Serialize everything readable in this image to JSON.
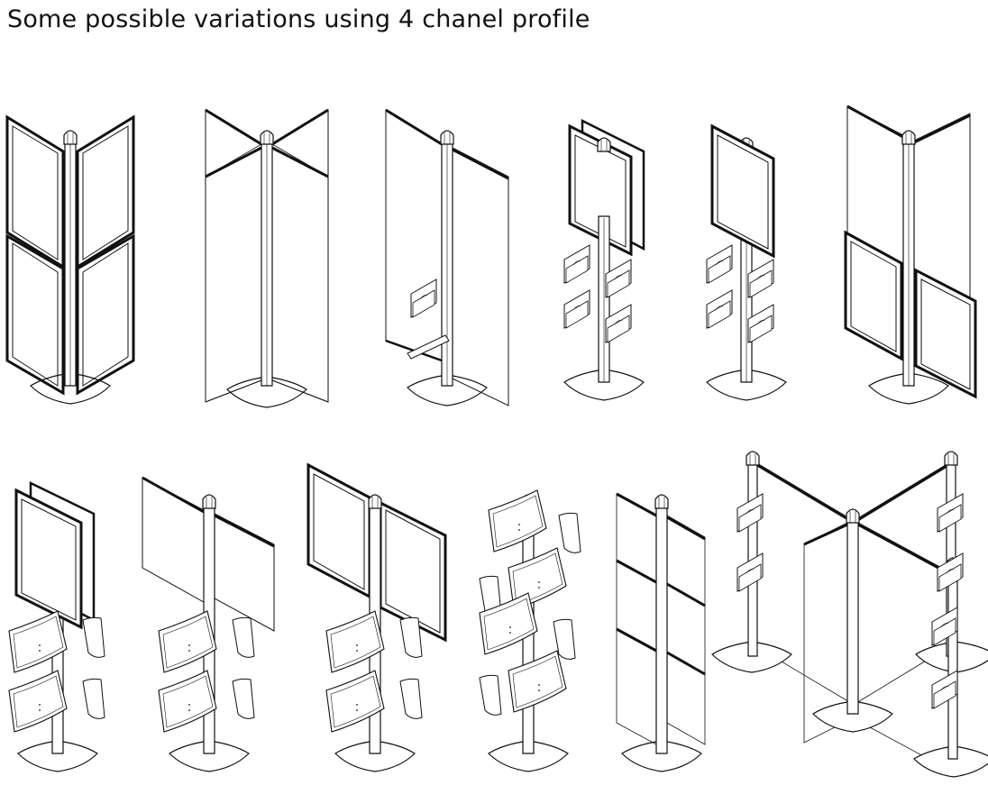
{
  "title": "Some possible variations using 4 chanel profile",
  "colors": {
    "line": "#111111",
    "background": "#ffffff",
    "fill": "#ffffff"
  },
  "variants": [
    {
      "id": 1,
      "row": 1,
      "kind": "four-frame-cross"
    },
    {
      "id": 2,
      "row": 1,
      "kind": "four-banner-cross"
    },
    {
      "id": 3,
      "row": 1,
      "kind": "two-banner-leaflet"
    },
    {
      "id": 4,
      "row": 1,
      "kind": "double-frame-4-leaflets"
    },
    {
      "id": 5,
      "row": 1,
      "kind": "single-frame-4-leaflets"
    },
    {
      "id": 6,
      "row": 1,
      "kind": "banner-over-frame"
    },
    {
      "id": 7,
      "row": 2,
      "kind": "double-frame-4-curved-shelves"
    },
    {
      "id": 8,
      "row": 2,
      "kind": "two-banner-4-curved-shelves"
    },
    {
      "id": 9,
      "row": 2,
      "kind": "two-frame-4-curved-shelves"
    },
    {
      "id": 10,
      "row": 2,
      "kind": "curved-shelf-tree"
    },
    {
      "id": 11,
      "row": 2,
      "kind": "three-tier-banner"
    },
    {
      "id": 12,
      "row": 2,
      "kind": "connected-wall-system"
    }
  ]
}
